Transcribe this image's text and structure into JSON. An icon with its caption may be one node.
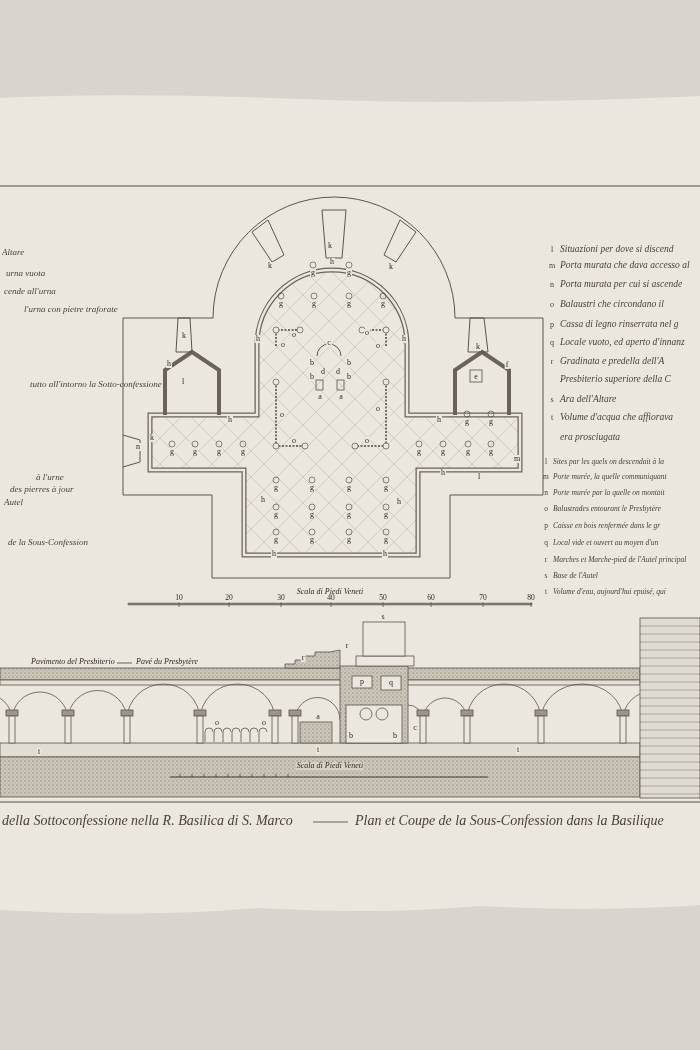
{
  "diagram": {
    "labels": [
      "Altare",
      "urna vuota",
      "cende all'urna",
      "l'urna con pietre traforate",
      "tutto all'intorno la Sotto-confessione",
      "à l'urne",
      "des pierres à jour",
      "Autel",
      "de la Sous-Confession",
      "l",
      "Situazioni per dove si discend",
      "m",
      "Porta murata che dava accesso al",
      "n",
      "Porta murata per cui si ascende",
      "o",
      "Balaustri che circondano il",
      "p",
      "Cassa di legno rinserrata nel g",
      "q",
      "Locale vuoto, ed aperto d'innanz",
      "r",
      "Gradinata e predella dell'A",
      "Presbiterio superiore della C",
      "s",
      "Ara dell'Altare",
      "t",
      "Volume d'acqua che affiorava",
      "era prosciugata",
      "l",
      "Sites par les quels on descendait à la",
      "m",
      "Porte murée, la quelle communiquant",
      "n",
      "Porte murée par la quelle on montait",
      "o",
      "Balustrades entourant le Presbytère",
      "p",
      "Caisse en bois renfermée dans le gr",
      "q",
      "Local vide et ouvert au moyen d'un",
      "r",
      "Marches et Marche-pied de l'Autel principal",
      "s",
      "Base de l'Autel",
      "t",
      "Volume d'eau, aujourd'hui epuisé, qui",
      "k",
      "k",
      "k",
      "k",
      "k",
      "k",
      "h",
      "h",
      "h",
      "h",
      "l",
      "e",
      "f",
      "o",
      "o",
      "o",
      "o",
      "o",
      "o",
      "o",
      "o",
      "c",
      "b",
      "b",
      "b",
      "b",
      "d",
      "d",
      "a",
      "a",
      "n",
      "h",
      "h",
      "m",
      "h",
      "l",
      "h",
      "h",
      "h",
      "h",
      "g",
      "g",
      "g",
      "g",
      "g",
      "g",
      "g",
      "g",
      "g",
      "g",
      "g",
      "g",
      "g",
      "g",
      "g",
      "g",
      "g",
      "g",
      "g",
      "g",
      "g",
      "g",
      "g",
      "g",
      "g",
      "g",
      "g",
      "g",
      "Scala di Piedi Veneti",
      "10",
      "20",
      "30",
      "40",
      "50",
      "60",
      "70",
      "80",
      "Pavimento del Presbiterio",
      "Pavé du Presbytère",
      "r",
      "r",
      "s",
      "p",
      "q",
      "o",
      "o",
      "a",
      "b",
      "b",
      "c",
      "t",
      "t",
      "t",
      "Scala di Piedi Veneti",
      "della Sottoconfessione nella R. Basilica di S. Marco",
      "Plan et Coupe de la Sous-Confession dans la Basilique"
    ]
  }
}
